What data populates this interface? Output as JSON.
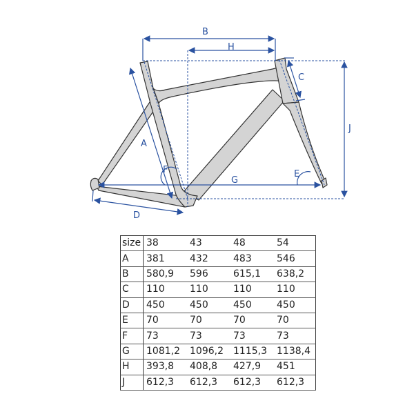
{
  "diagram": {
    "labels": {
      "A": "A",
      "B": "B",
      "C": "C",
      "D": "D",
      "E": "E",
      "F": "F",
      "G": "G",
      "H": "H",
      "J": "J"
    },
    "colors": {
      "dimension": "#2a52a0",
      "frame_fill": "#d4d4d4",
      "frame_stroke": "#333333"
    }
  },
  "table": {
    "header": [
      "size",
      "38",
      "43",
      "48",
      "54"
    ],
    "rows": [
      [
        "A",
        "381",
        "432",
        "483",
        "546"
      ],
      [
        "B",
        "580,9",
        "596",
        "615,1",
        "638,2"
      ],
      [
        "C",
        "110",
        "110",
        "110",
        "110"
      ],
      [
        "D",
        "450",
        "450",
        "450",
        "450"
      ],
      [
        "E",
        "70",
        "70",
        "70",
        "70"
      ],
      [
        "F",
        "73",
        "73",
        "73",
        "73"
      ],
      [
        "G",
        "1081,2",
        "1096,2",
        "1115,3",
        "1138,4"
      ],
      [
        "H",
        "393,8",
        "408,8",
        "427,9",
        "451"
      ],
      [
        "J",
        "612,3",
        "612,3",
        "612,3",
        "612,3"
      ]
    ]
  }
}
